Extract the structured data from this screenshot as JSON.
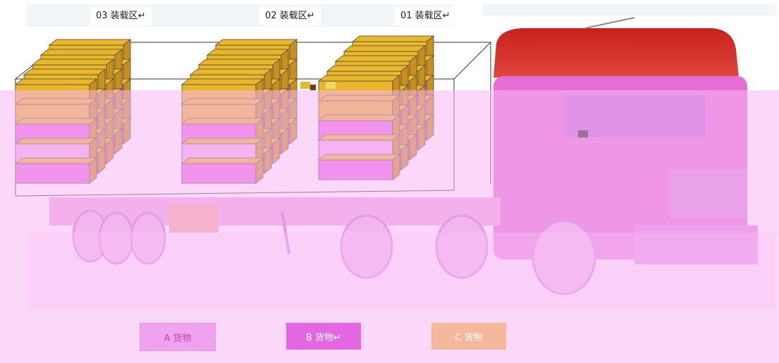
{
  "zones": [
    {
      "label": "03 装载区↵"
    },
    {
      "label": "02 装载区↵"
    },
    {
      "label": "01 装载区↵"
    }
  ],
  "legend": [
    {
      "label": "A 货物",
      "color": "#f1a2ef"
    },
    {
      "label": "B 货物↵",
      "color": "#e466e0"
    },
    {
      "label": "C 货物",
      "color": "#f5b89a"
    }
  ],
  "colors": {
    "overlay": "#f7b6f4",
    "cargo_a": "#f2b0ef",
    "cargo_b": "#ea6ae6",
    "cargo_top": "#e9b72a",
    "truck_red": "#d5342c"
  }
}
